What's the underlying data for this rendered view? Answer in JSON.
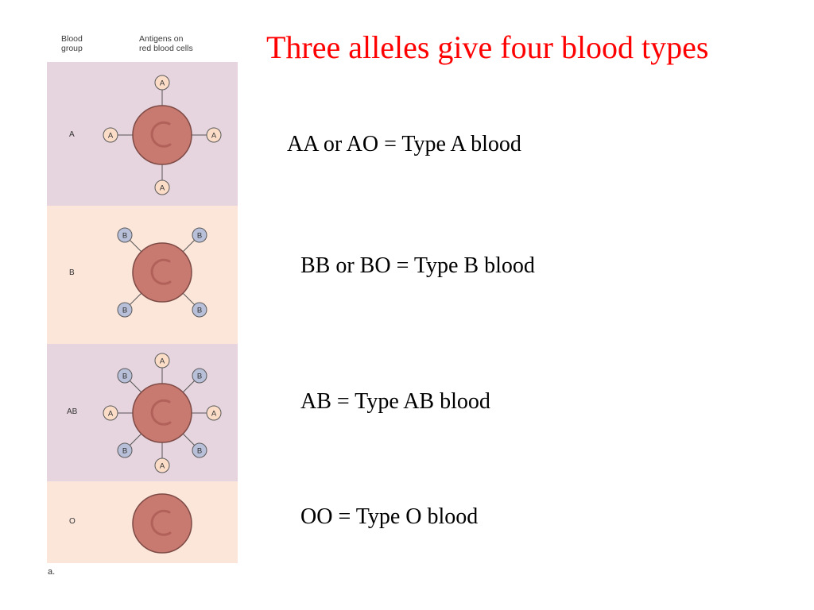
{
  "header": {
    "blood_group": "Blood\ngroup",
    "antigens": "Antigens on\nred blood cells"
  },
  "figure_label": "a.",
  "colors": {
    "band_pink": "#e6d4de",
    "band_peach": "#fce6d9",
    "cell_fill": "#c97a70",
    "cell_stroke": "#7d4a45",
    "antigen_a": "#fbdcc7",
    "antigen_b": "#b8bfd8"
  },
  "groups": [
    {
      "label": "A",
      "antigens": [
        "A",
        "A",
        "A",
        "A"
      ]
    },
    {
      "label": "B",
      "antigens": [
        "B",
        "B",
        "B",
        "B"
      ]
    },
    {
      "label": "AB",
      "antigens": [
        "A",
        "A",
        "A",
        "A",
        "B",
        "B",
        "B",
        "B"
      ]
    },
    {
      "label": "O",
      "antigens": []
    }
  ],
  "slide": {
    "title": "Three alleles give four blood types",
    "lines": [
      "AA or AO = Type A blood",
      "BB or BO = Type B blood",
      "AB = Type AB blood",
      "OO = Type O blood"
    ]
  }
}
